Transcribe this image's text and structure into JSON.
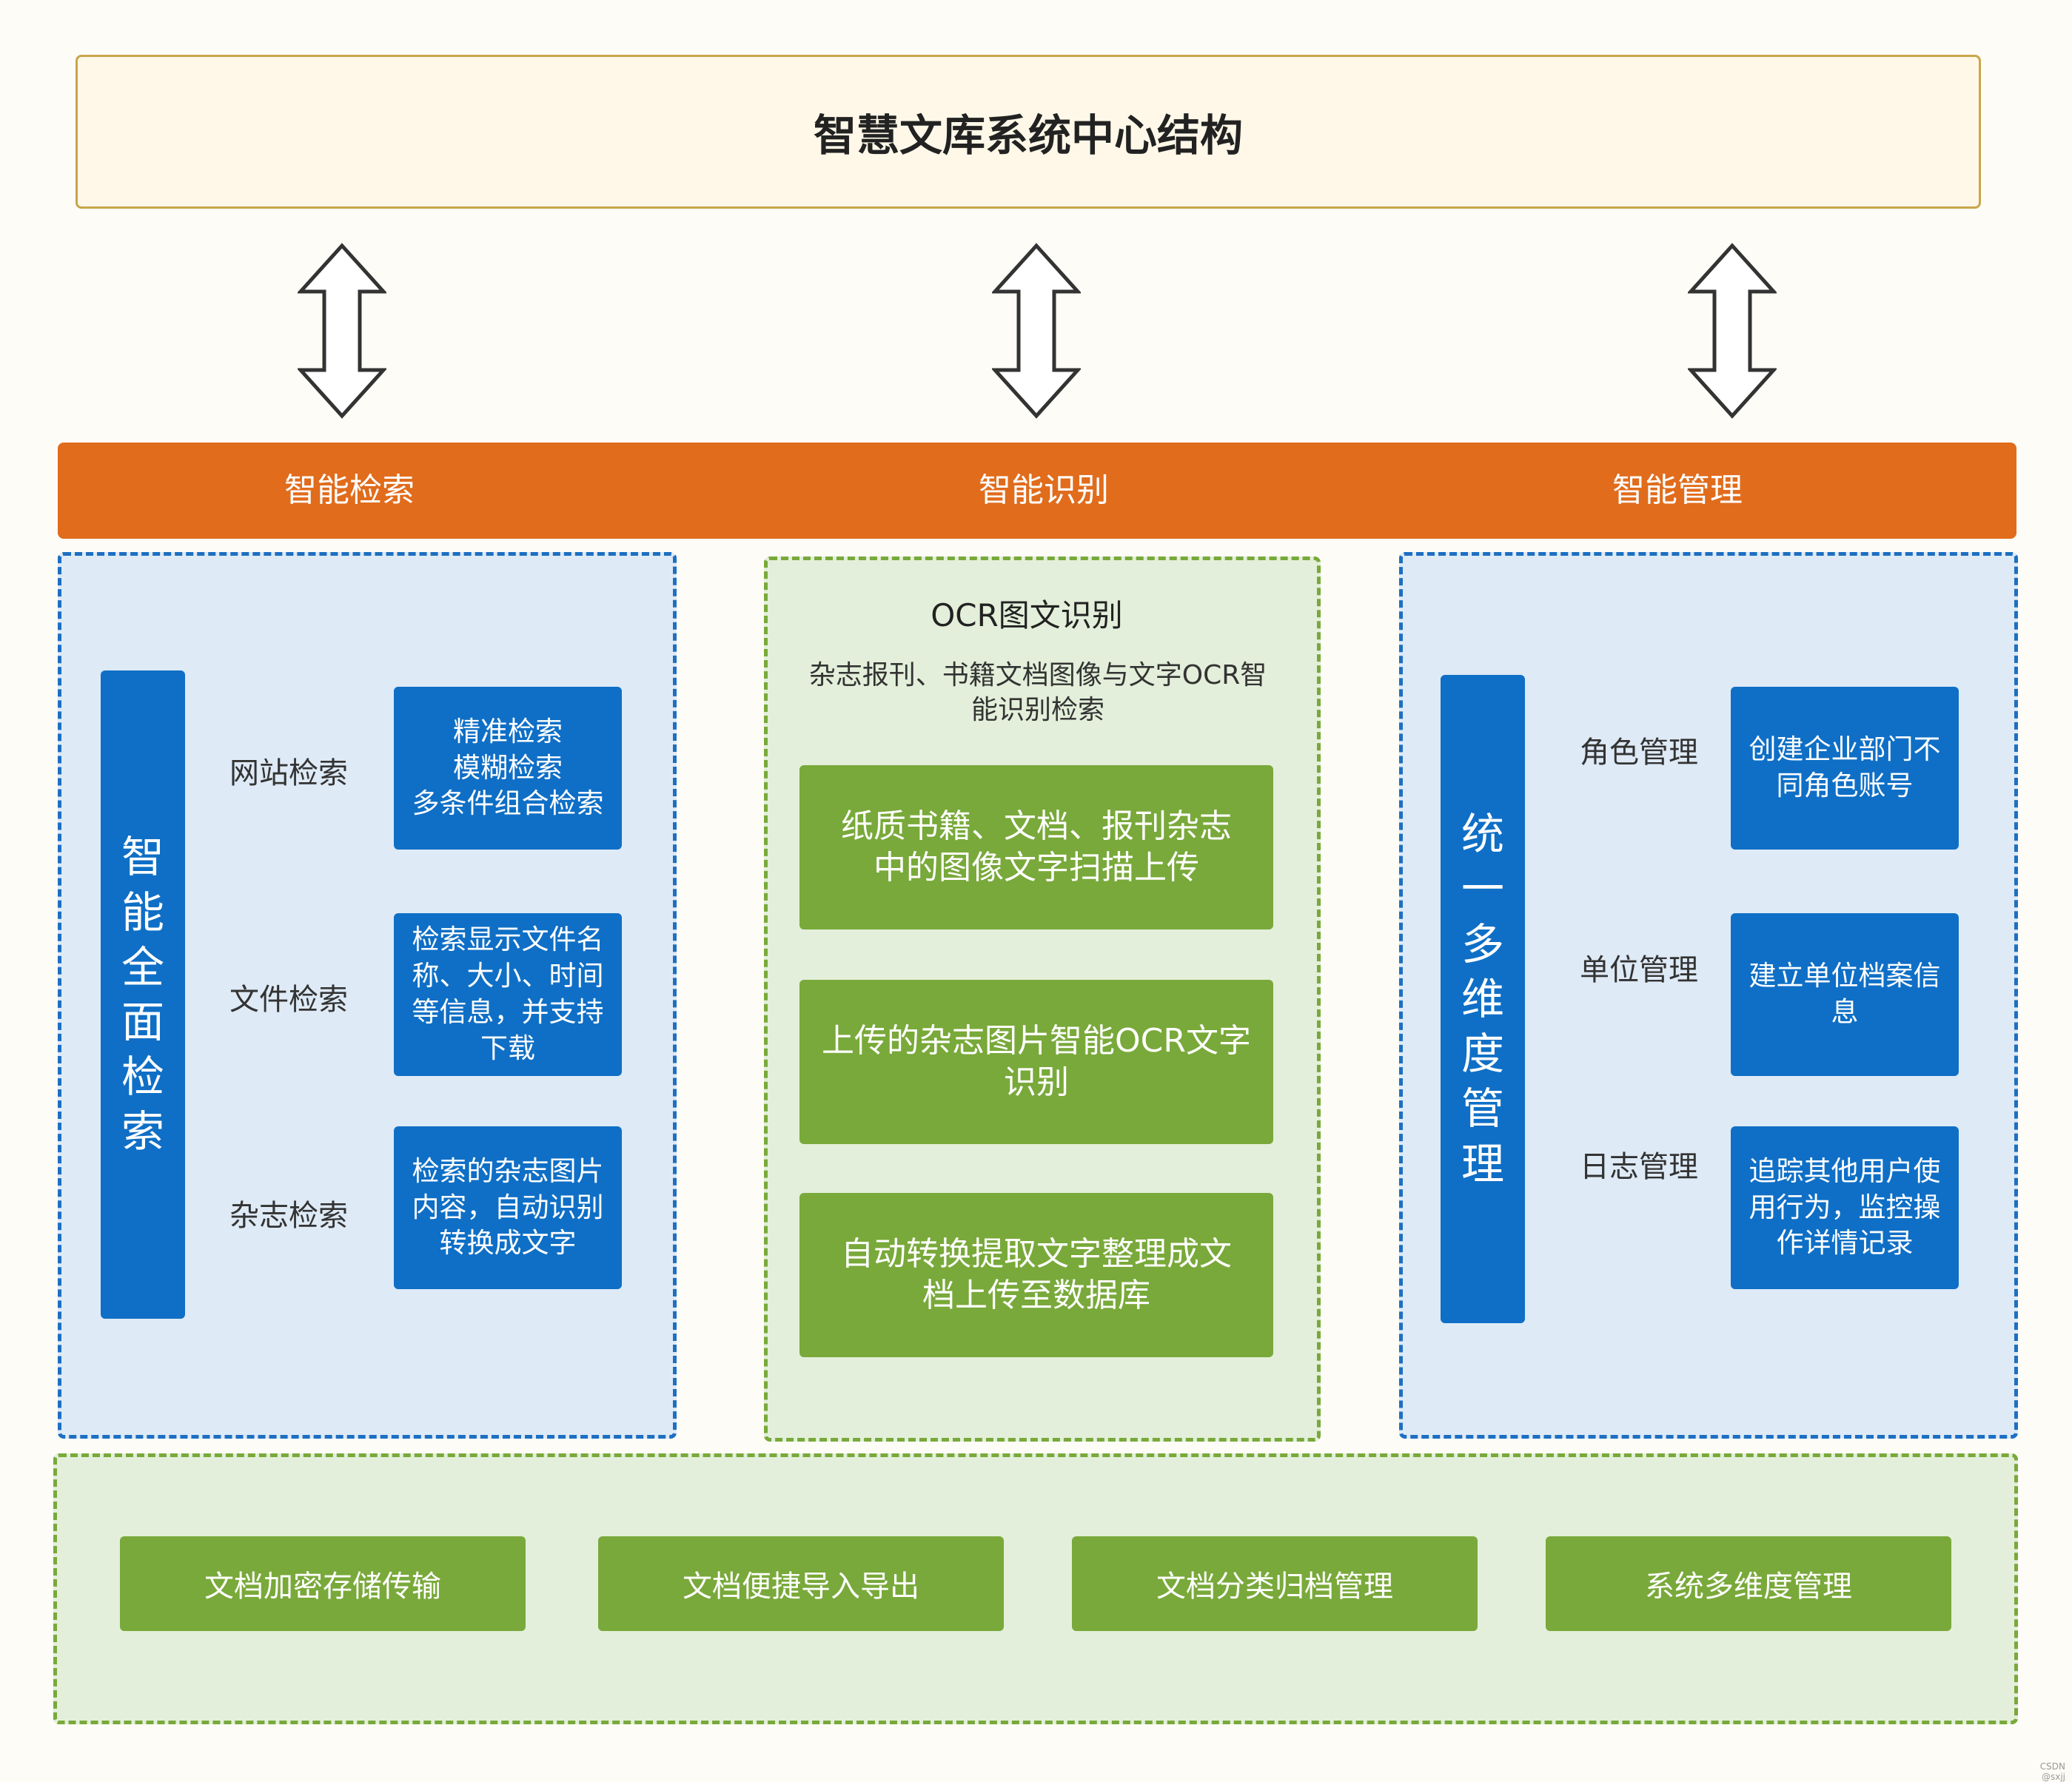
{
  "title": "智慧文库系统中心结构",
  "banner": {
    "left": "智能检索",
    "center": "智能识别",
    "right": "智能管理"
  },
  "search": {
    "vertical_title": [
      "智",
      "能",
      "全",
      "面",
      "检",
      "索"
    ],
    "rows": [
      {
        "label": "网站检索",
        "lines": [
          "精准检索",
          "模糊检索",
          "多条件组合检索"
        ]
      },
      {
        "label": "文件检索",
        "lines": [
          "检索显示文件名",
          "称、大小、时间",
          "等信息，并支持",
          "下载"
        ]
      },
      {
        "label": "杂志检索",
        "lines": [
          "检索的杂志图片",
          "内容，自动识别",
          "转换成文字"
        ]
      }
    ]
  },
  "ocr": {
    "heading": "OCR图文识别",
    "desc": [
      "杂志报刊、书籍文档图像与文字OCR智",
      "能识别检索"
    ],
    "steps": [
      [
        "纸质书籍、文档、报刊杂志",
        "中的图像文字扫描上传"
      ],
      [
        "上传的杂志图片智能OCR文字",
        "识别"
      ],
      [
        "自动转换提取文字整理成文",
        "档上传至数据库"
      ]
    ]
  },
  "manage": {
    "vertical_title": [
      "统",
      "一",
      "多",
      "维",
      "度",
      "管",
      "理"
    ],
    "rows": [
      {
        "label": "角色管理",
        "lines": [
          "创建企业部门不",
          "同角色账号"
        ]
      },
      {
        "label": "单位管理",
        "lines": [
          "建立单位档案信",
          "息"
        ]
      },
      {
        "label": "日志管理",
        "lines": [
          "追踪其他用户使",
          "用行为，监控操",
          "作详情记录"
        ]
      }
    ]
  },
  "footer": [
    "文档加密存储传输",
    "文档便捷导入导出",
    "文档分类归档管理",
    "系统多维度管理"
  ],
  "watermark": "CSDN @sxjj",
  "colors": {
    "orange_banner": "#e06c1c",
    "blue": "#0f6fc6",
    "green": "#79a93a",
    "title_border": "#c9a64a"
  }
}
